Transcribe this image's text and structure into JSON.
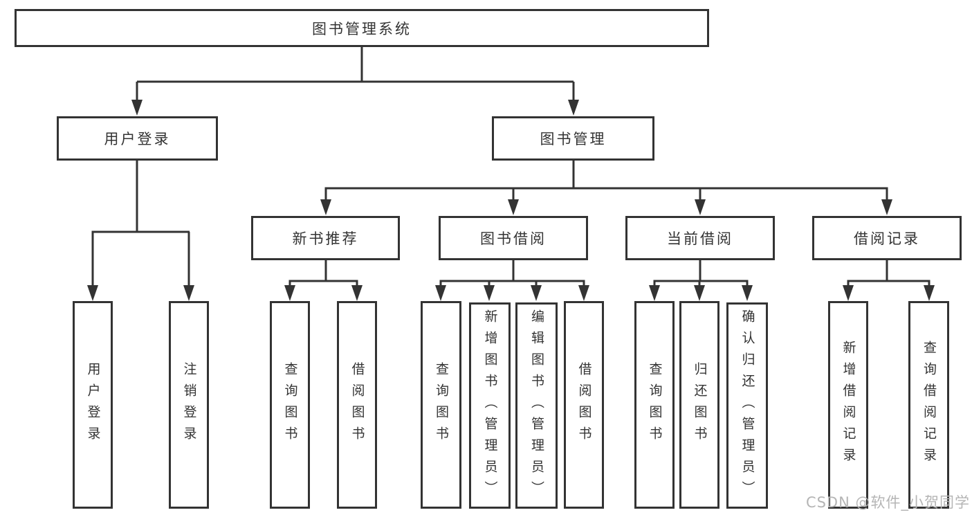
{
  "tree": {
    "root": {
      "label": "图书管理系统"
    },
    "branches": [
      {
        "label": "用户登录",
        "children": [
          {
            "label": "用户登录"
          },
          {
            "label": "注销登录"
          }
        ]
      },
      {
        "label": "图书管理",
        "children": [
          {
            "label": "新书推荐",
            "children": [
              {
                "label": "查询图书"
              },
              {
                "label": "借阅图书"
              }
            ]
          },
          {
            "label": "图书借阅",
            "children": [
              {
                "label": "查询图书"
              },
              {
                "label": "新增图书（管理员）"
              },
              {
                "label": "编辑图书（管理员）"
              },
              {
                "label": "借阅图书"
              }
            ]
          },
          {
            "label": "当前借阅",
            "children": [
              {
                "label": "查询图书"
              },
              {
                "label": "归还图书"
              },
              {
                "label": "确认归还（管理员）"
              }
            ]
          },
          {
            "label": "借阅记录",
            "children": [
              {
                "label": "新增借阅记录"
              },
              {
                "label": "查询借阅记录"
              }
            ]
          }
        ]
      }
    ]
  },
  "colors": {
    "line": "#333333",
    "text": "#333333",
    "watermark": "#b5b5b5",
    "background": "#ffffff"
  },
  "watermark": {
    "text": "CSDN @软件_小贺同学"
  }
}
